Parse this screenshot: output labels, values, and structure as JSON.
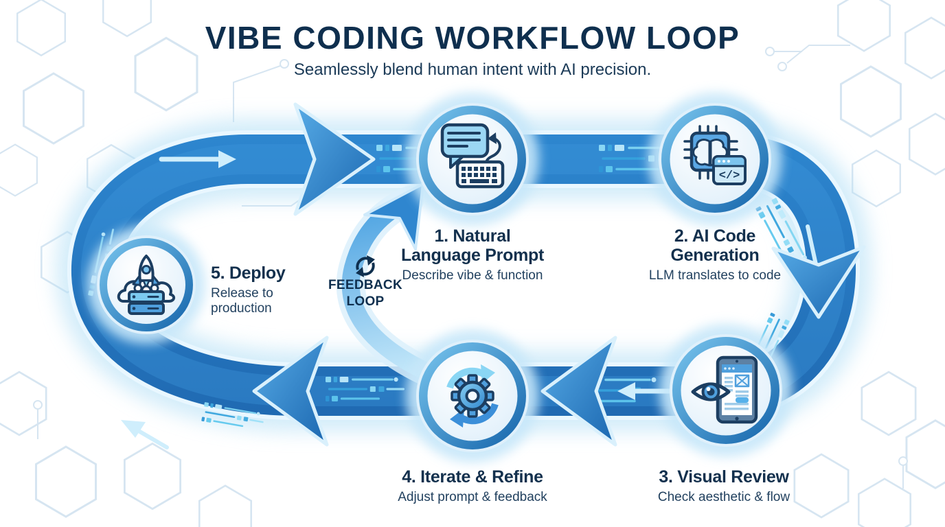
{
  "title": "VIBE CODING WORKFLOW LOOP",
  "subtitle": "Seamlessly blend human intent with AI precision.",
  "feedback_loop": {
    "label": "FEEDBACK\nLOOP",
    "icon": "cycle-icon"
  },
  "steps": [
    {
      "title": "1. Natural\nLanguage Prompt",
      "subtitle": "Describe vibe & function",
      "icon": "chat-keyboard-icon"
    },
    {
      "title": "2. AI Code\nGeneration",
      "subtitle": "LLM translates to code",
      "icon": "chip-brain-code-icon",
      "icon_glyph": "</>"
    },
    {
      "title": "3. Visual Review",
      "subtitle": "Check aesthetic & flow",
      "icon": "eye-tablet-icon"
    },
    {
      "title": "4. Iterate & Refine",
      "subtitle": "Adjust prompt & feedback",
      "icon": "gear-cycle-icon"
    },
    {
      "title": "5. Deploy",
      "subtitle": "Release to\nproduction",
      "icon": "rocket-server-icon"
    }
  ],
  "colors": {
    "title_text": "#0f2f4e",
    "body_text": "#22415f",
    "band_blue": "#2478c2",
    "band_dark": "#1e66ae",
    "accent_cyan": "#6fd4f4",
    "ring_blue": "#1161a8",
    "glow_blue": "#b5e0f6",
    "background": "#ffffff"
  }
}
